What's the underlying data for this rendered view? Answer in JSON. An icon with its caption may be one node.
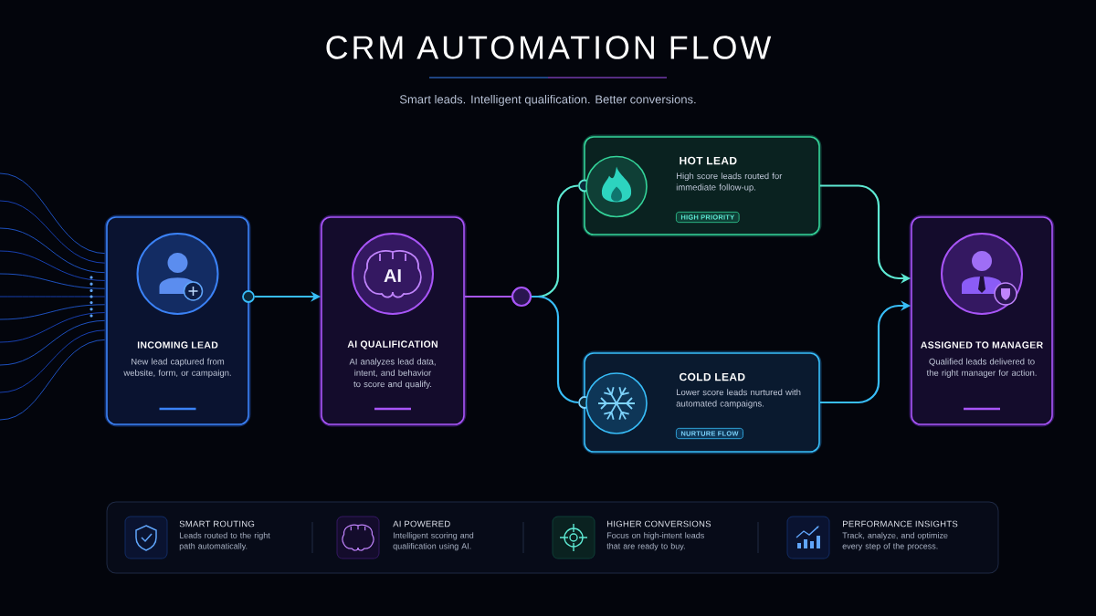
{
  "diagram": {
    "title": "CRM AUTOMATION FLOW",
    "nodes": [
      {
        "text": [
          "INCOMING LEAD",
          "New lead captured from website, form, or campaign."
        ]
      },
      {
        "text": [
          "AI",
          "AI QUALIFICATION",
          "AI analyzes lead data, intent, and behavior to score and qualify."
        ]
      },
      {
        "text": [],
        "shape": "circle"
      },
      {
        "text": [
          "HOT LEAD",
          "High score leads routed for immediate follow-up.",
          "HIGH PRIORITY"
        ]
      },
      {
        "text": [
          "COLD LEAD",
          "Lower score leads nurtured with automated campaigns.",
          "NURTURE FLOW"
        ]
      },
      {
        "text": [
          "ASSIGNED TO MANAGER",
          "Qualified leads delivered to the right manager for action."
        ]
      },
      {
        "text": [
          "SMART ROUTING",
          "Leads routed to the right path automatically."
        ]
      },
      {
        "text": [
          "AI POWERED",
          "Intelligent scoring and qualification using AI."
        ]
      },
      {
        "text": [
          "HIGHER CONVERSIONS",
          "Focus on high-intent leads that are ready to buy."
        ]
      },
      {
        "text": [
          "PERFORMANCE INSIGHTS",
          "Track, analyze, and optimize every step of the process."
        ]
      }
    ],
    "edges": [
      {
        "from": 0,
        "to": 1,
        "arrow": "to",
        "color": "#38bdf8"
      },
      {
        "from": 1,
        "to": 2,
        "arrow": "none",
        "color": "#a855f7"
      },
      {
        "from": 2,
        "to": 3,
        "arrow": "none",
        "color": "#5eead4"
      },
      {
        "from": 2,
        "to": 4,
        "arrow": "none",
        "color": "#38bdf8"
      },
      {
        "from": 3,
        "to": 5,
        "arrow": "to",
        "color": "#5eead4"
      },
      {
        "from": 4,
        "to": 5,
        "arrow": "to",
        "color": "#38bdf8"
      }
    ],
    "labels": [
      "Smart leads. Intelligent qualification. Better conversions."
    ]
  }
}
